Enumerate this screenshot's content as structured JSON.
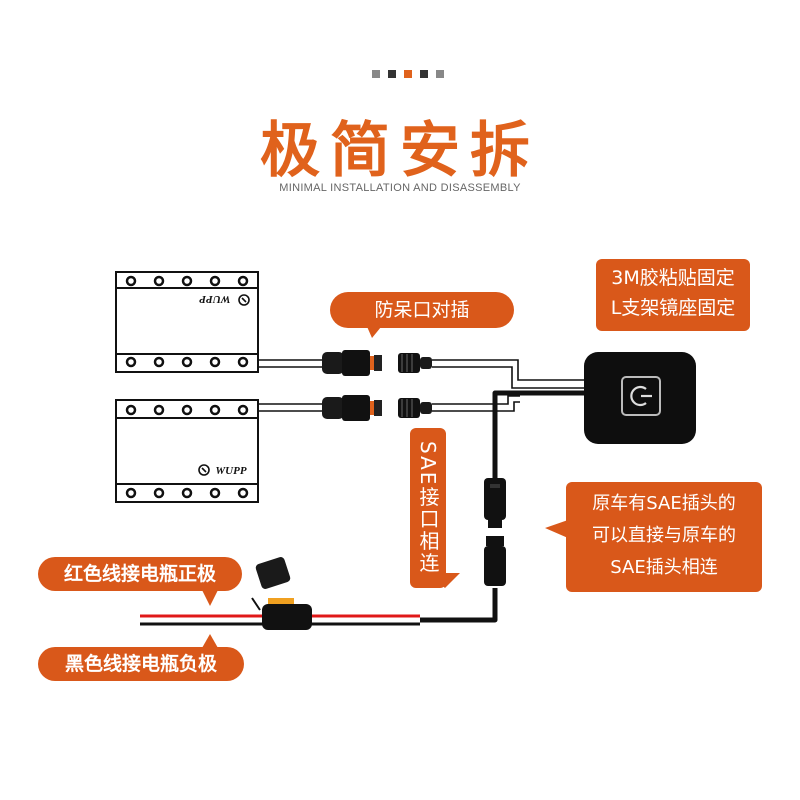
{
  "header": {
    "title": "极简安拆",
    "subtitle": "MINIMAL INSTALLATION AND DISASSEMBLY",
    "dots": [
      "#888888",
      "#333333",
      "#e0621c",
      "#333333",
      "#888888"
    ]
  },
  "labels": {
    "connector_note": "防呆口对插",
    "mount_note": [
      "3M胶粘贴固定",
      "L支架镜座固定"
    ],
    "sae_vertical": "SAE接口相连",
    "sae_note": [
      "原车有SAE插头的",
      "可以直接与原车的",
      "SAE插头相连"
    ],
    "red_wire": "红色线接电瓶正极",
    "black_wire": "黑色线接电瓶负极"
  },
  "lightbar": {
    "brand": "WUPP",
    "count": 2
  },
  "colors": {
    "accent": "#e0621c",
    "label_bg": "#d9581a",
    "wire_red": "#e01818",
    "wire_black": "#111111",
    "fuse_amber": "#f0a020"
  },
  "icons": [
    "power-switch-icon",
    "wupp-logo-icon",
    "fuse-holder-icon",
    "sae-connector-icon"
  ]
}
